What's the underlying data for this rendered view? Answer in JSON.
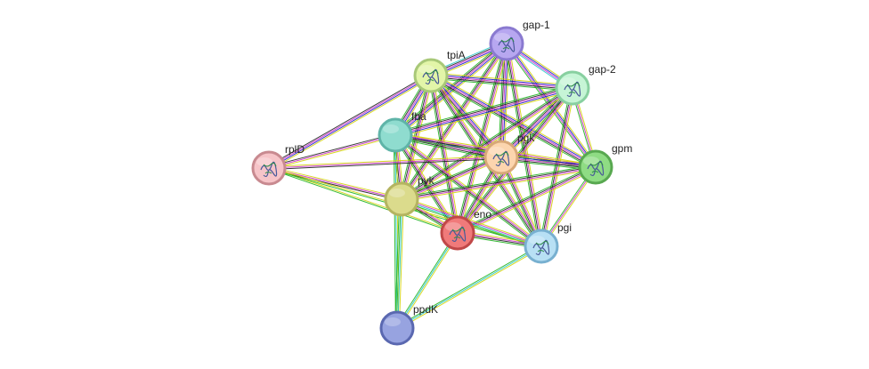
{
  "network": {
    "nodes": [
      {
        "id": "gap-1",
        "label": "gap-1",
        "fill": "#b7a7f0",
        "stroke": "#8a7ad0",
        "structure": true
      },
      {
        "id": "tpiA",
        "label": "tpiA",
        "fill": "#e2f5a8",
        "stroke": "#a8c878",
        "structure": true
      },
      {
        "id": "gap-2",
        "label": "gap-2",
        "fill": "#c6f5d6",
        "stroke": "#88d0a0",
        "structure": true
      },
      {
        "id": "fba",
        "label": "fba",
        "fill": "#8fdccf",
        "stroke": "#5fb4a8",
        "structure": false
      },
      {
        "id": "rplD",
        "label": "rplD",
        "fill": "#f6c4c8",
        "stroke": "#c88a90",
        "structure": true
      },
      {
        "id": "pgk",
        "label": "pgk",
        "fill": "#fcd5ae",
        "stroke": "#d8a878",
        "structure": true
      },
      {
        "id": "gpm",
        "label": "gpm",
        "fill": "#8fdc84",
        "stroke": "#58a850",
        "structure": true
      },
      {
        "id": "pyk",
        "label": "pyk",
        "fill": "#dbdb8c",
        "stroke": "#b4b460",
        "structure": false
      },
      {
        "id": "eno",
        "label": "eno",
        "fill": "#f07a7a",
        "stroke": "#c04848",
        "structure": true
      },
      {
        "id": "pgi",
        "label": "pgi",
        "fill": "#b8e0f4",
        "stroke": "#78b0d0",
        "structure": true
      },
      {
        "id": "ppdK",
        "label": "ppdK",
        "fill": "#97a3e0",
        "stroke": "#5a68b0",
        "structure": false
      }
    ],
    "edges": [
      {
        "source": "gap-1",
        "target": "tpiA",
        "colors": [
          "#d4d40c",
          "#1d1dc8",
          "#cc33cc",
          "#222222",
          "#22c8c8"
        ]
      },
      {
        "source": "gap-1",
        "target": "gap-2",
        "colors": [
          "#d4d40c",
          "#1d1dc8",
          "#cc33cc",
          "#22c8c8"
        ]
      },
      {
        "source": "gap-1",
        "target": "fba",
        "colors": [
          "#d4d40c",
          "#1d1dc8",
          "#cc33cc",
          "#222222",
          "#22b422"
        ]
      },
      {
        "source": "gap-1",
        "target": "pgk",
        "colors": [
          "#d4d40c",
          "#1d1dc8",
          "#cc33cc",
          "#222222",
          "#22b422"
        ]
      },
      {
        "source": "gap-1",
        "target": "gpm",
        "colors": [
          "#d4d40c",
          "#1d1dc8",
          "#cc33cc",
          "#22b422"
        ]
      },
      {
        "source": "gap-1",
        "target": "pyk",
        "colors": [
          "#d4d40c",
          "#cc33cc",
          "#222222",
          "#22b422"
        ]
      },
      {
        "source": "gap-1",
        "target": "eno",
        "colors": [
          "#d4d40c",
          "#cc33cc",
          "#222222",
          "#22b422"
        ]
      },
      {
        "source": "gap-1",
        "target": "pgi",
        "colors": [
          "#d4d40c",
          "#cc33cc",
          "#222222",
          "#22b422"
        ]
      },
      {
        "source": "tpiA",
        "target": "gap-2",
        "colors": [
          "#d4d40c",
          "#1d1dc8",
          "#cc33cc",
          "#222222",
          "#22b422"
        ]
      },
      {
        "source": "tpiA",
        "target": "fba",
        "colors": [
          "#d4d40c",
          "#1d1dc8",
          "#cc33cc",
          "#222222",
          "#22b422"
        ]
      },
      {
        "source": "tpiA",
        "target": "rplD",
        "colors": [
          "#d4d40c",
          "#1d1dc8",
          "#cc33cc",
          "#222222"
        ]
      },
      {
        "source": "tpiA",
        "target": "pgk",
        "colors": [
          "#d4d40c",
          "#1d1dc8",
          "#cc33cc",
          "#222222",
          "#22b422"
        ]
      },
      {
        "source": "tpiA",
        "target": "gpm",
        "colors": [
          "#d4d40c",
          "#1d1dc8",
          "#cc33cc",
          "#222222",
          "#22b422"
        ]
      },
      {
        "source": "tpiA",
        "target": "pyk",
        "colors": [
          "#d4d40c",
          "#cc33cc",
          "#222222",
          "#22b422"
        ]
      },
      {
        "source": "tpiA",
        "target": "eno",
        "colors": [
          "#d4d40c",
          "#cc33cc",
          "#222222",
          "#22b422"
        ]
      },
      {
        "source": "tpiA",
        "target": "pgi",
        "colors": [
          "#d4d40c",
          "#cc33cc",
          "#222222",
          "#22b422"
        ]
      },
      {
        "source": "gap-2",
        "target": "fba",
        "colors": [
          "#d4d40c",
          "#1d1dc8",
          "#cc33cc",
          "#222222",
          "#22b422"
        ]
      },
      {
        "source": "gap-2",
        "target": "pgk",
        "colors": [
          "#d4d40c",
          "#1d1dc8",
          "#cc33cc",
          "#222222",
          "#22b422"
        ]
      },
      {
        "source": "gap-2",
        "target": "gpm",
        "colors": [
          "#d4d40c",
          "#cc33cc",
          "#22b422"
        ]
      },
      {
        "source": "gap-2",
        "target": "pyk",
        "colors": [
          "#d4d40c",
          "#cc33cc",
          "#222222",
          "#22b422"
        ]
      },
      {
        "source": "gap-2",
        "target": "eno",
        "colors": [
          "#d4d40c",
          "#cc33cc",
          "#222222",
          "#22b422"
        ]
      },
      {
        "source": "gap-2",
        "target": "pgi",
        "colors": [
          "#d4d40c",
          "#cc33cc",
          "#222222",
          "#22b422"
        ]
      },
      {
        "source": "fba",
        "target": "rplD",
        "colors": [
          "#d4d40c",
          "#cc33cc",
          "#222222"
        ]
      },
      {
        "source": "fba",
        "target": "pgk",
        "colors": [
          "#d4d40c",
          "#1d1dc8",
          "#cc33cc",
          "#222222",
          "#22b422"
        ]
      },
      {
        "source": "fba",
        "target": "gpm",
        "colors": [
          "#d4d40c",
          "#cc33cc",
          "#222222",
          "#22b422"
        ]
      },
      {
        "source": "fba",
        "target": "pyk",
        "colors": [
          "#d4d40c",
          "#cc33cc",
          "#222222",
          "#22b422"
        ]
      },
      {
        "source": "fba",
        "target": "eno",
        "colors": [
          "#d4d40c",
          "#cc33cc",
          "#222222",
          "#22b422"
        ]
      },
      {
        "source": "fba",
        "target": "pgi",
        "colors": [
          "#d4d40c",
          "#cc33cc",
          "#222222",
          "#22b422"
        ]
      },
      {
        "source": "fba",
        "target": "ppdK",
        "colors": [
          "#d4d40c",
          "#22c8c8",
          "#22b422"
        ]
      },
      {
        "source": "rplD",
        "target": "pgk",
        "colors": [
          "#d4d40c",
          "#cc33cc",
          "#222222"
        ]
      },
      {
        "source": "rplD",
        "target": "pyk",
        "colors": [
          "#d4d40c",
          "#cc33cc",
          "#222222"
        ]
      },
      {
        "source": "rplD",
        "target": "eno",
        "colors": [
          "#d4d40c",
          "#22b422"
        ]
      },
      {
        "source": "rplD",
        "target": "pgi",
        "colors": [
          "#d4d40c",
          "#22b422"
        ]
      },
      {
        "source": "pgk",
        "target": "gpm",
        "colors": [
          "#d4d40c",
          "#1d1dc8",
          "#cc33cc",
          "#222222",
          "#22b422"
        ]
      },
      {
        "source": "pgk",
        "target": "pyk",
        "colors": [
          "#d4d40c",
          "#cc33cc",
          "#222222",
          "#22b422"
        ]
      },
      {
        "source": "pgk",
        "target": "eno",
        "colors": [
          "#d4d40c",
          "#cc33cc",
          "#222222",
          "#22b422"
        ]
      },
      {
        "source": "pgk",
        "target": "pgi",
        "colors": [
          "#d4d40c",
          "#cc33cc",
          "#222222",
          "#22b422"
        ]
      },
      {
        "source": "gpm",
        "target": "pyk",
        "colors": [
          "#d4d40c",
          "#cc33cc",
          "#222222",
          "#22b422"
        ]
      },
      {
        "source": "gpm",
        "target": "eno",
        "colors": [
          "#d4d40c",
          "#cc33cc",
          "#222222",
          "#22b422"
        ]
      },
      {
        "source": "gpm",
        "target": "pgi",
        "colors": [
          "#d4d40c",
          "#cc33cc",
          "#22b422"
        ]
      },
      {
        "source": "pyk",
        "target": "eno",
        "colors": [
          "#d4d40c",
          "#cc33cc",
          "#222222",
          "#22b422"
        ]
      },
      {
        "source": "pyk",
        "target": "pgi",
        "colors": [
          "#d4d40c",
          "#cc33cc",
          "#22c8c8",
          "#22b422"
        ]
      },
      {
        "source": "pyk",
        "target": "ppdK",
        "colors": [
          "#d4d40c",
          "#22c8c8",
          "#22b422",
          "#22b422"
        ]
      },
      {
        "source": "eno",
        "target": "pgi",
        "colors": [
          "#d4d40c",
          "#cc33cc",
          "#222222",
          "#22b422"
        ]
      },
      {
        "source": "eno",
        "target": "ppdK",
        "colors": [
          "#d4d40c",
          "#22c8c8",
          "#22b422"
        ]
      },
      {
        "source": "pgi",
        "target": "ppdK",
        "colors": [
          "#d4d40c",
          "#22c8c8",
          "#22b422"
        ]
      }
    ]
  }
}
